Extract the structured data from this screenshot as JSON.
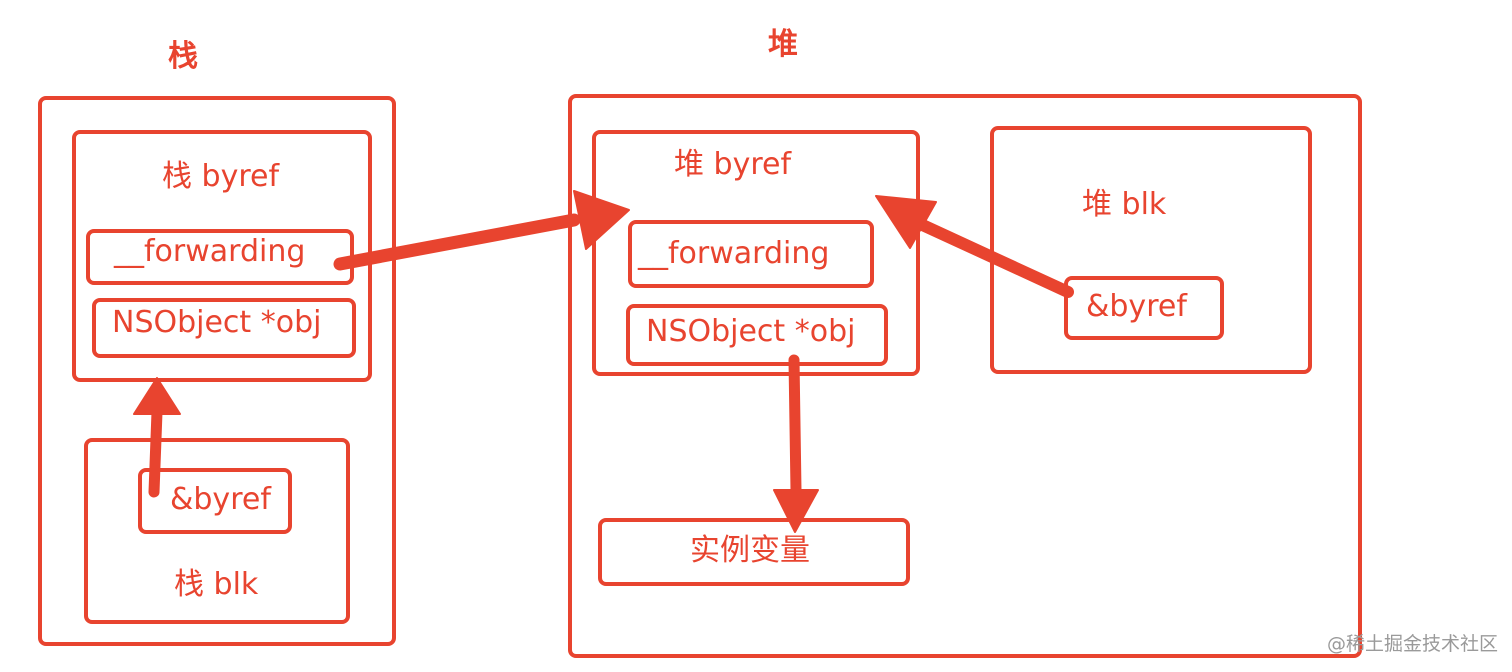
{
  "stack": {
    "title": "栈",
    "byref_title": "栈 byref",
    "forwarding": "__forwarding",
    "obj": "NSObject *obj",
    "blk_ref": "&byref",
    "blk_title": "栈 blk"
  },
  "heap": {
    "title": "堆",
    "byref_title": "堆 byref",
    "forwarding": "__forwarding",
    "obj": "NSObject *obj",
    "instance_var": "实例变量",
    "blk_title": "堆 blk",
    "blk_ref": "&byref"
  },
  "watermark": "@稀土掘金技术社区",
  "colors": {
    "accent": "#e8442f",
    "watermark": "#9a9a9a"
  }
}
